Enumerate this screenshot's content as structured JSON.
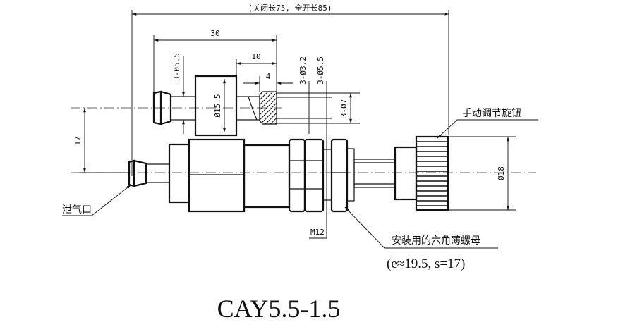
{
  "dimensions": {
    "overall": "(关闭长75, 全开长85)",
    "d30": "30",
    "d10": "10",
    "d4": "4",
    "port_left": "3-Ø5.5",
    "body_dia": "Ø15.5",
    "port_mid": "3-Ø3.2",
    "port_right": "3-Ø5.5",
    "port_od": "3-Ø7",
    "d17": "17",
    "knob_dia": "Ø18",
    "thread": "M12"
  },
  "labels": {
    "vent": "泄气口",
    "knob": "手动调节旋钮",
    "nut": "安装用的六角薄螺母",
    "nut_spec": "(e≈19.5, s=17)"
  },
  "title": "CAY5.5-1.5"
}
